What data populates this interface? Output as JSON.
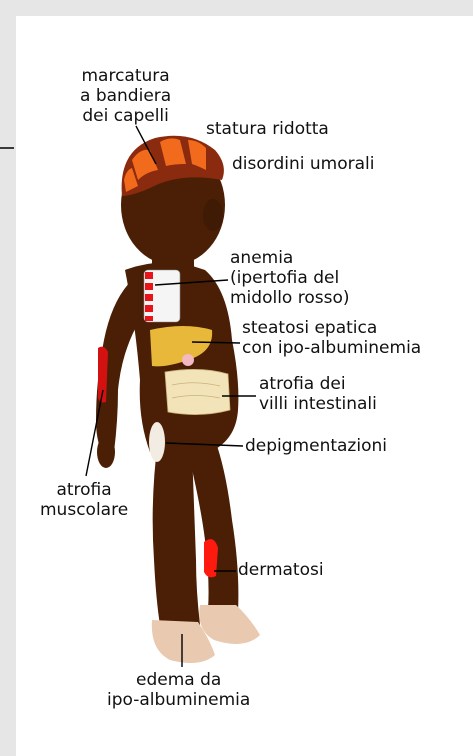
{
  "labels": {
    "marcatura": [
      "marcatura",
      "a bandiera",
      "dei capelli"
    ],
    "statura": "statura ridotta",
    "disordini": "disordini umorali",
    "anemia": [
      "anemia",
      "(ipertofia del",
      "midollo rosso)"
    ],
    "steatosi": [
      "steatosi epatica",
      "con ipo-albuminemia"
    ],
    "atrofia_villi": [
      "atrofia dei",
      "villi intestinali"
    ],
    "depigmentazioni": "depigmentazioni",
    "atrofia_muscolare": [
      "atrofia",
      "muscolare"
    ],
    "dermatosi": "dermatosi",
    "edema": [
      "edema da",
      "ipo-albuminemia"
    ]
  },
  "colors": {
    "background": "#e6e6e6",
    "panel": "#ffffff",
    "skin": "#4a1f05",
    "hair": "#8a2a0e",
    "hair_stripe": "#f26a1b",
    "liver": "#e8b83a",
    "intestine": "#f2e3b8",
    "marrow_red": "#e8141a",
    "muscle_red": "#d41111",
    "dermatosis_red": "#ff1a10",
    "depigmentation": "#f3ece2",
    "edema": "#e9c9b0",
    "leader_line": "#000000"
  }
}
